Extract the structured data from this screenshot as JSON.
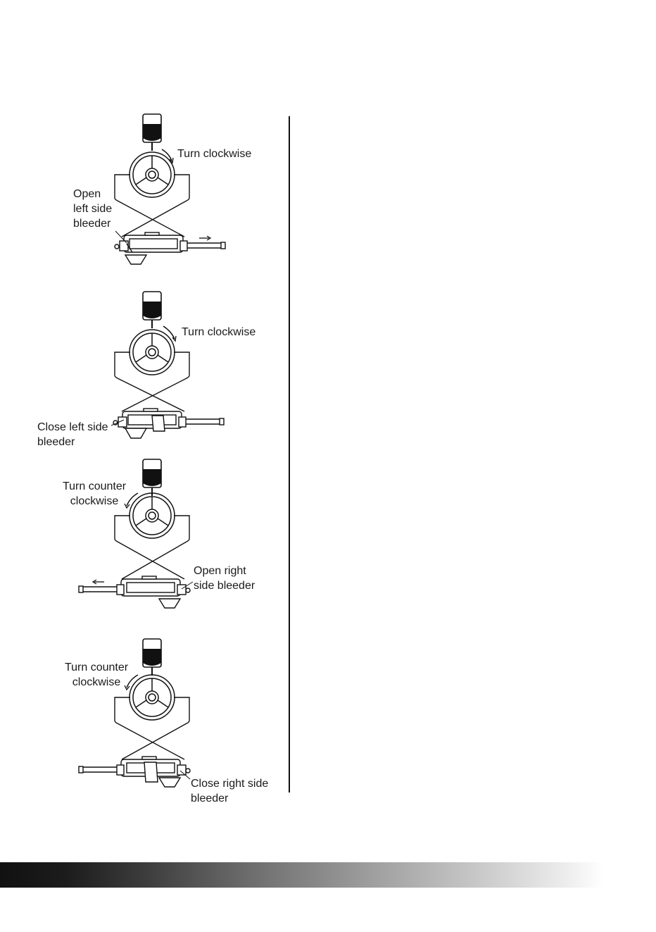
{
  "steps": [
    {
      "labels": {
        "rotation": "Turn clockwise",
        "bleeder": "Open\nleft side\nbleeder"
      }
    },
    {
      "labels": {
        "rotation": "Turn clockwise",
        "bleeder": "Close left side\nbleeder"
      }
    },
    {
      "labels": {
        "rotation": "Turn counter\nclockwise",
        "bleeder": "Open right\nside bleeder"
      }
    },
    {
      "labels": {
        "rotation": "Turn counter\nclockwise",
        "bleeder": "Close right side\nbleeder"
      }
    }
  ]
}
